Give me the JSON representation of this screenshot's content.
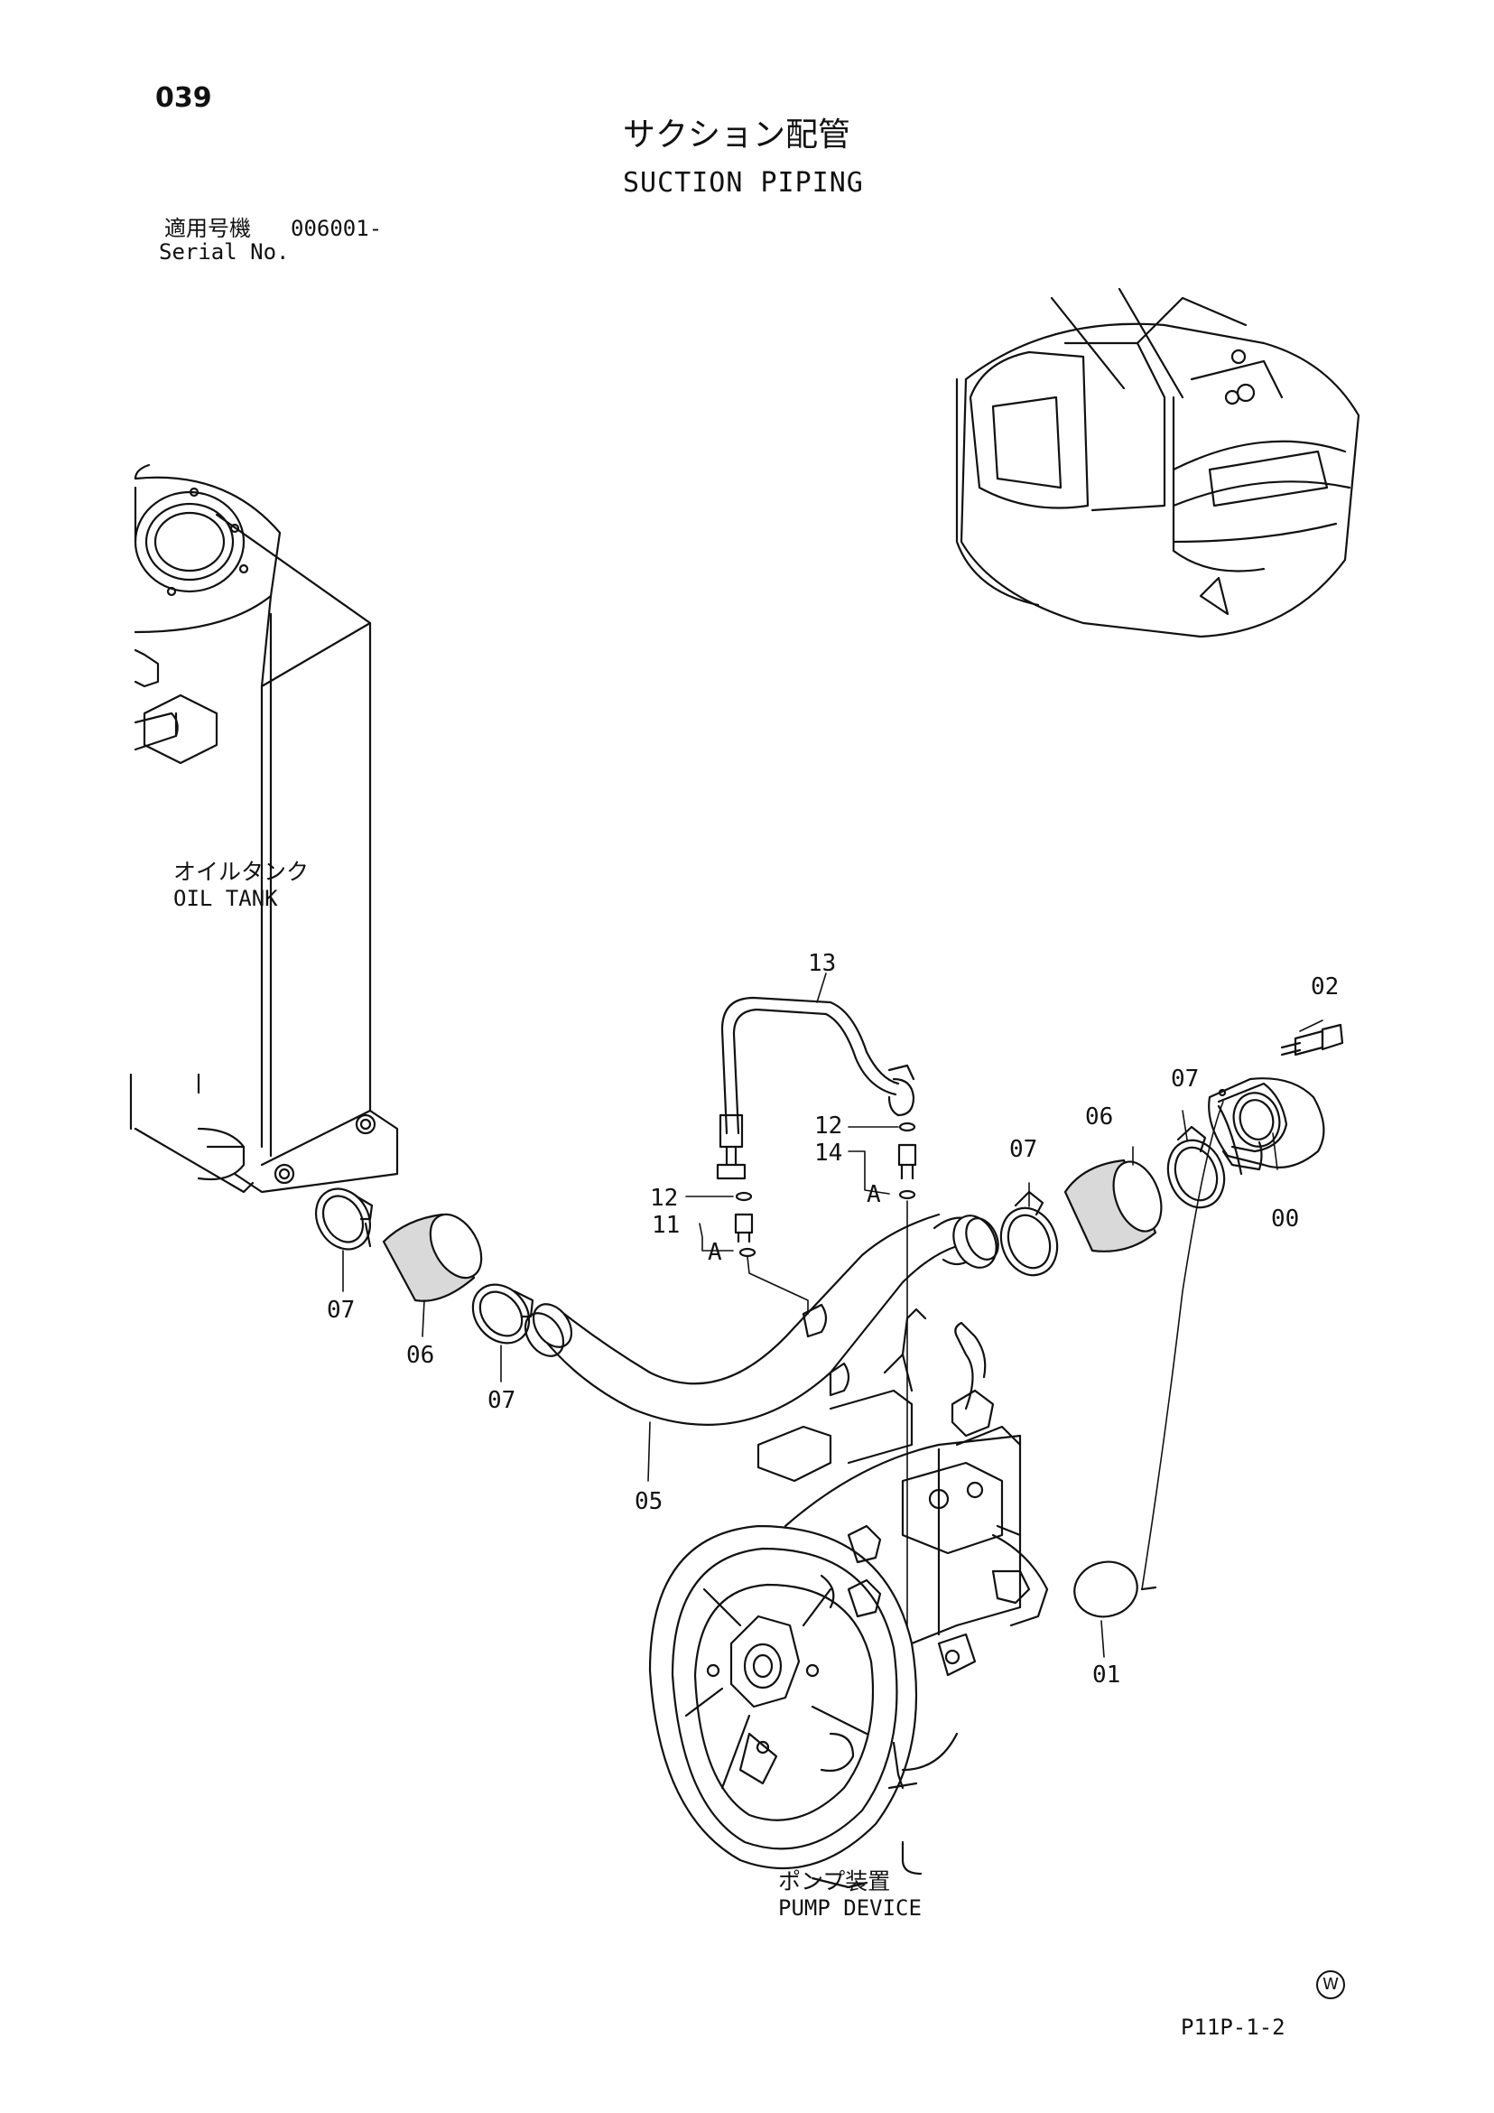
{
  "page": {
    "number": "039",
    "footer_code": "P11P-1-2",
    "w_mark": "W"
  },
  "title": {
    "ja": "サクション配管",
    "en": "SUCTION PIPING"
  },
  "serial": {
    "label_ja": "適用号機",
    "value": "006001-",
    "label_en": "Serial No."
  },
  "labels": {
    "oil_tank": {
      "ja": "オイルタンク",
      "en": "OIL TANK"
    },
    "pump_device": {
      "ja": "ポンプ装置",
      "en": "PUMP DEVICE"
    }
  },
  "part_numbers": {
    "p00": "00",
    "p01": "01",
    "p02": "02",
    "p05": "05",
    "p06a": "06",
    "p06b": "06",
    "p07a": "07",
    "p07b": "07",
    "p07c": "07",
    "p07d": "07",
    "p11": "11",
    "p12a": "12",
    "p12b": "12",
    "p13": "13",
    "p14": "14",
    "ref_a1": "A",
    "ref_a2": "A"
  }
}
